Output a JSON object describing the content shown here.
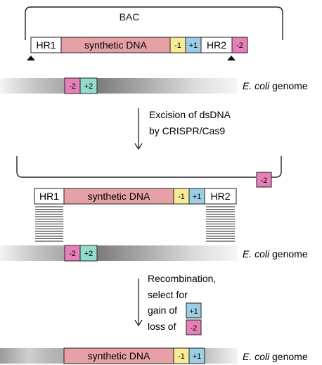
{
  "labels": {
    "bac": "BAC",
    "hr1": "HR1",
    "hr2": "HR2",
    "synthetic_dna": "synthetic DNA",
    "minus1": "-1",
    "plus1": "+1",
    "minus2": "-2",
    "plus2": "+2",
    "genome_italic": "E. coli",
    "genome_rest": " genome"
  },
  "steps": {
    "excision_line1": "Excision of dsDNA",
    "excision_line2": "by CRISPR/Cas9",
    "recomb_line1": "Recombination,",
    "recomb_line2": "select for",
    "recomb_gain": "gain of",
    "recomb_loss": "loss of"
  },
  "colors": {
    "synthetic_dna": "#e6a1a6",
    "minus1": "#f7ec95",
    "plus1": "#9ccfe7",
    "minus2": "#e880b8",
    "plus2": "#93dccb",
    "white_box": "#ffffff",
    "genome_dark": "#8a8a8a",
    "genome_light": "#f4f4f4"
  }
}
